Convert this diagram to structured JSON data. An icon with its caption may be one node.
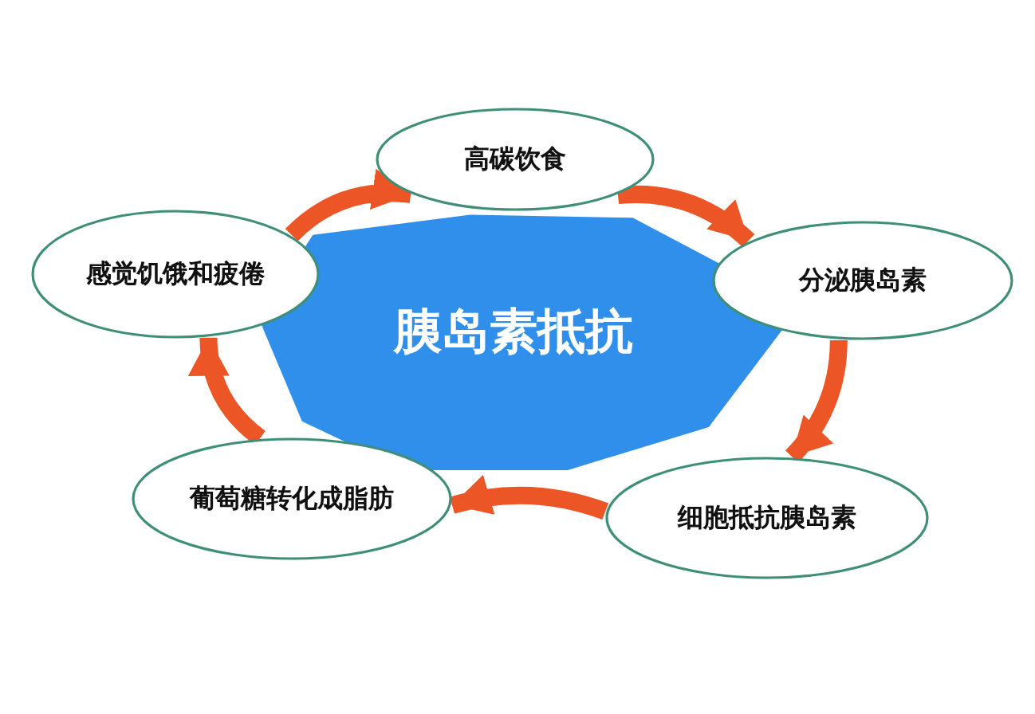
{
  "diagram": {
    "nodes": [
      {
        "text": [
          "胰岛素抵抗"
        ]
      },
      {
        "text": [
          "高碳饮食"
        ]
      },
      {
        "text": [
          "分泌胰岛素"
        ]
      },
      {
        "text": [
          "细胞抵抗胰岛素"
        ]
      },
      {
        "text": [
          "葡萄糖转化成脂肪"
        ]
      },
      {
        "text": [
          "感觉饥饿和疲倦"
        ]
      }
    ],
    "edges": [
      {
        "from": 1,
        "to": 2,
        "arrow": "to"
      },
      {
        "from": 2,
        "to": 3,
        "arrow": "to"
      },
      {
        "from": 3,
        "to": 4,
        "arrow": "to"
      },
      {
        "from": 4,
        "to": 5,
        "arrow": "to"
      },
      {
        "from": 5,
        "to": 1,
        "arrow": "to"
      }
    ]
  }
}
